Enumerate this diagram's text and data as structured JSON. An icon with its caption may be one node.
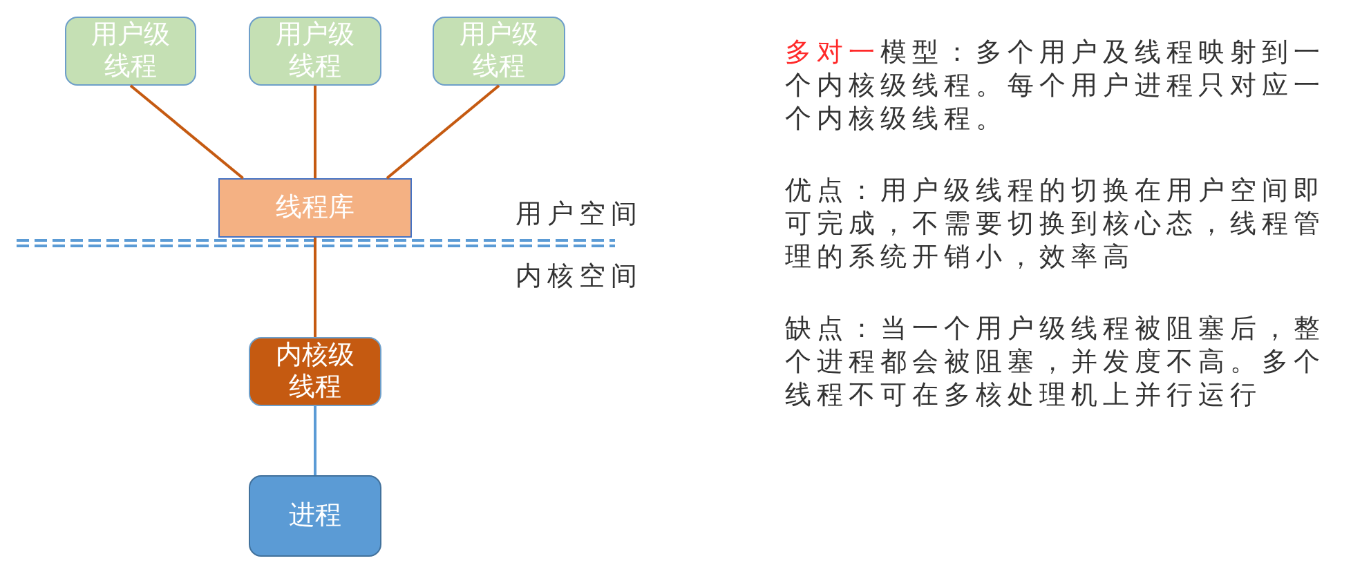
{
  "diagram": {
    "nodes": [
      {
        "text": [
          "用户级线程"
        ]
      },
      {
        "text": [
          "用户级线程"
        ]
      },
      {
        "text": [
          "用户级线程"
        ]
      },
      {
        "text": [
          "线程库"
        ]
      },
      {
        "text": [
          "内核级线程"
        ]
      },
      {
        "text": [
          "进程"
        ]
      }
    ],
    "edges": [
      {
        "from": 0,
        "to": 3,
        "arrow": "none"
      },
      {
        "from": 1,
        "to": 3,
        "arrow": "none"
      },
      {
        "from": 2,
        "to": 3,
        "arrow": "none"
      },
      {
        "from": 3,
        "to": 4,
        "arrow": "none"
      },
      {
        "from": 4,
        "to": 5,
        "arrow": "none",
        "color": "#5b9bd5"
      }
    ],
    "labels": [
      "用户空间",
      "内核空间",
      "**多对一**模型：多个用户及线程映射到一个内核级线程。每个用户进程只对应一个内核级线程。",
      "优点：用户级线程的切换在用户空间即可完成，不需要切换到核心态，线程管理的系统开销小，效率高",
      "缺点：当一个用户级线程被阻塞后，整个进程都会被阻塞，并发度不高。多个线程不可在多核处理机上并行运行"
    ]
  }
}
